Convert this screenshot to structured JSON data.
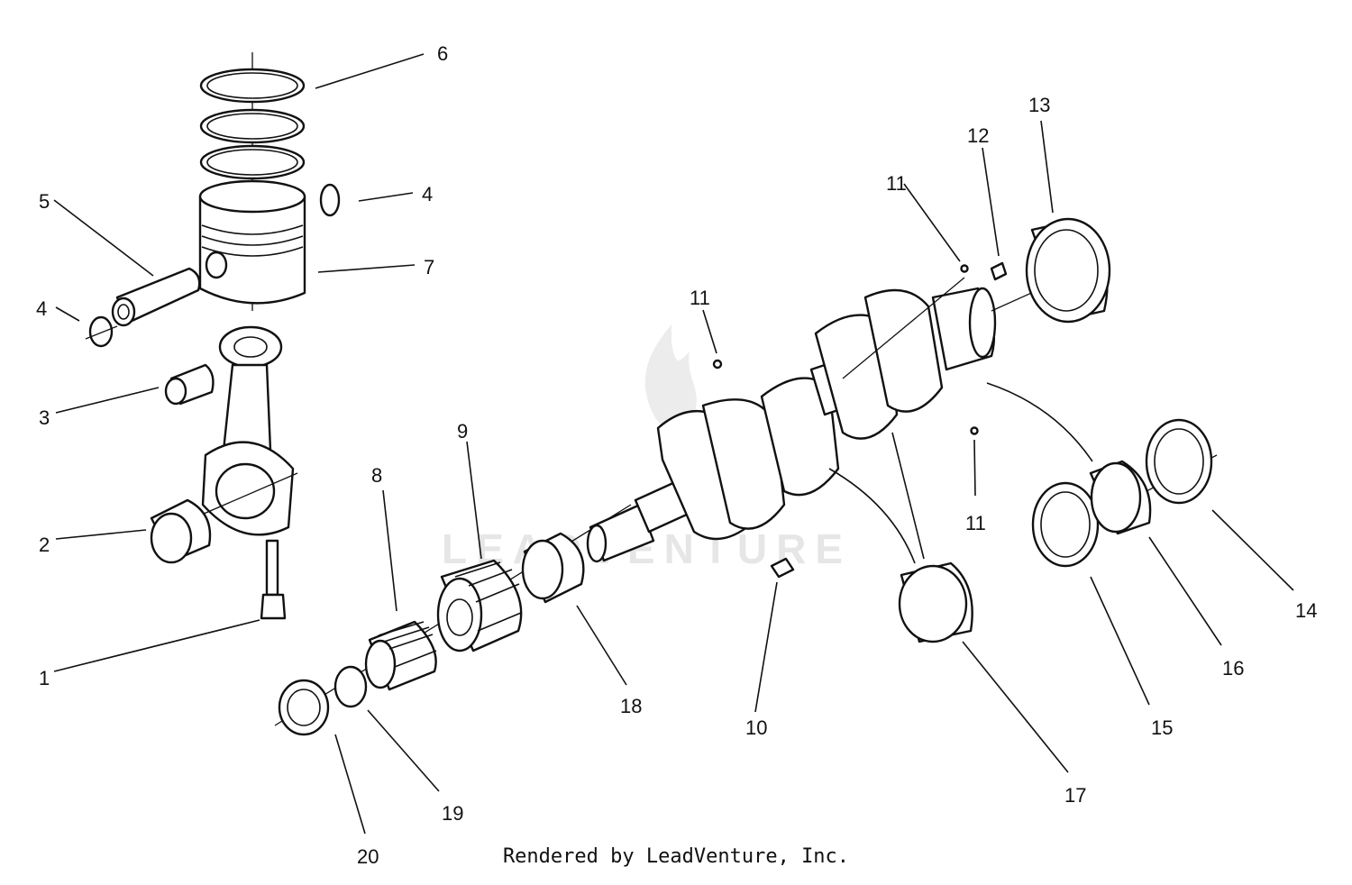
{
  "diagram": {
    "callouts": [
      "1",
      "2",
      "3",
      "4",
      "4",
      "5",
      "6",
      "7",
      "8",
      "9",
      "10",
      "11",
      "11",
      "11",
      "12",
      "13",
      "14",
      "15",
      "16",
      "17",
      "18",
      "19",
      "20"
    ]
  },
  "watermark": {
    "text": "LEADVENTURE"
  },
  "credit": {
    "text": "Rendered by LeadVenture, Inc."
  }
}
